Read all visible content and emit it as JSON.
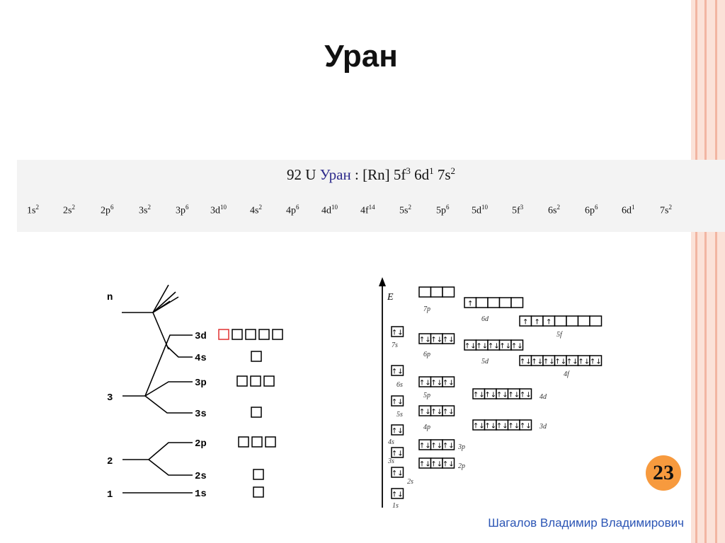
{
  "slide": {
    "title": "Уран",
    "page_number": "23",
    "author": "Шагалов Владимир Владимирович"
  },
  "formula": {
    "atomic_number": "92",
    "symbol": "U",
    "name": "Уран",
    "core": ": [Rn]",
    "valence": [
      {
        "orb": "5f",
        "e": "3"
      },
      {
        "orb": "6d",
        "e": "1"
      },
      {
        "orb": "7s",
        "e": "2"
      }
    ]
  },
  "configuration": [
    {
      "orb": "1s",
      "e": "2"
    },
    {
      "orb": "2s",
      "e": "2"
    },
    {
      "orb": "2p",
      "e": "6"
    },
    {
      "orb": "3s",
      "e": "2"
    },
    {
      "orb": "3p",
      "e": "6"
    },
    {
      "orb": "3d",
      "e": "10"
    },
    {
      "orb": "4s",
      "e": "2"
    },
    {
      "orb": "4p",
      "e": "6"
    },
    {
      "orb": "4d",
      "e": "10"
    },
    {
      "orb": "4f",
      "e": "14"
    },
    {
      "orb": "5s",
      "e": "2"
    },
    {
      "orb": "5p",
      "e": "6"
    },
    {
      "orb": "5d",
      "e": "10"
    },
    {
      "orb": "5f",
      "e": "3"
    },
    {
      "orb": "6s",
      "e": "2"
    },
    {
      "orb": "6p",
      "e": "6"
    },
    {
      "orb": "6d",
      "e": "1"
    },
    {
      "orb": "7s",
      "e": "2"
    }
  ],
  "left_diagram": {
    "axis_label": "n",
    "levels": [
      "3",
      "2",
      "1"
    ],
    "sublevels": [
      {
        "label": "3d",
        "cells": 5,
        "first_highlight": true
      },
      {
        "label": "4s",
        "cells": 1
      },
      {
        "label": "3p",
        "cells": 3
      },
      {
        "label": "3s",
        "cells": 1
      },
      {
        "label": "2p",
        "cells": 3
      },
      {
        "label": "2s",
        "cells": 1
      },
      {
        "label": "1s",
        "cells": 1
      }
    ],
    "highlight_color": "#e03030"
  },
  "right_diagram": {
    "axis_label": "E",
    "orbitals": [
      {
        "label": "1s",
        "cells": [
          "↑↓"
        ]
      },
      {
        "label": "2s",
        "cells": [
          "↑↓"
        ]
      },
      {
        "label": "3s",
        "cells": [
          "↑↓"
        ]
      },
      {
        "label": "4s",
        "cells": [
          "↑↓"
        ]
      },
      {
        "label": "5s",
        "cells": [
          "↑↓"
        ]
      },
      {
        "label": "6s",
        "cells": [
          "↑↓"
        ]
      },
      {
        "label": "7s",
        "cells": [
          "↑↓"
        ]
      },
      {
        "label": "2p",
        "cells": [
          "↑↓",
          "↑↓",
          "↑↓"
        ]
      },
      {
        "label": "3p",
        "cells": [
          "↑↓",
          "↑↓",
          "↑↓"
        ]
      },
      {
        "label": "4p",
        "cells": [
          "↑↓",
          "↑↓",
          "↑↓"
        ]
      },
      {
        "label": "5p",
        "cells": [
          "↑↓",
          "↑↓",
          "↑↓"
        ]
      },
      {
        "label": "6p",
        "cells": [
          "↑↓",
          "↑↓",
          "↑↓"
        ]
      },
      {
        "label": "7p",
        "cells": [
          "",
          "",
          ""
        ]
      },
      {
        "label": "3d",
        "cells": [
          "↑↓",
          "↑↓",
          "↑↓",
          "↑↓",
          "↑↓"
        ]
      },
      {
        "label": "4d",
        "cells": [
          "↑↓",
          "↑↓",
          "↑↓",
          "↑↓",
          "↑↓"
        ]
      },
      {
        "label": "5d",
        "cells": [
          "↑↓",
          "↑↓",
          "↑↓",
          "↑↓",
          "↑↓"
        ]
      },
      {
        "label": "6d",
        "cells": [
          "↑",
          "",
          "",
          "",
          ""
        ]
      },
      {
        "label": "4f",
        "cells": [
          "↑↓",
          "↑↓",
          "↑↓",
          "↑↓",
          "↑↓",
          "↑↓",
          "↑↓"
        ]
      },
      {
        "label": "5f",
        "cells": [
          "↑",
          "↑",
          "↑",
          "",
          "",
          "",
          ""
        ]
      }
    ]
  },
  "colors": {
    "accent_orange": "#f79a3e",
    "author_blue": "#2b55b5",
    "element_name": "#2e2b8c",
    "stripe_dark": "#f2b5a2",
    "stripe_light": "#fbe2d8"
  }
}
